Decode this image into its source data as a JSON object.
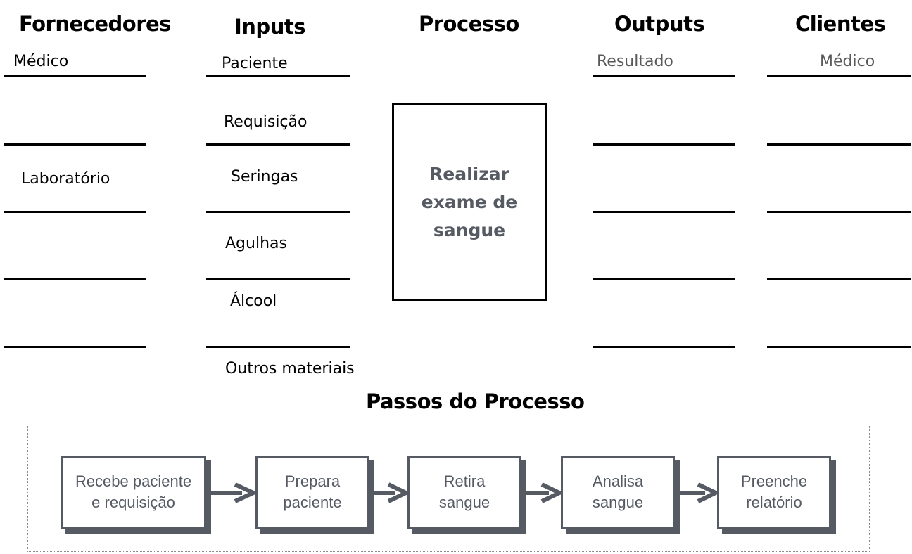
{
  "headers": {
    "suppliers": "Fornecedores",
    "inputs": "Inputs",
    "process": "Processo",
    "outputs": "Outputs",
    "customers": "Clientes"
  },
  "suppliers": [
    "Médico",
    "Laboratório"
  ],
  "inputs": [
    "Paciente",
    "Requisição",
    "Seringas",
    "Agulhas",
    "Álcool",
    "Outros materiais"
  ],
  "process": "Realizar exame de sangue",
  "outputs": [
    "Resultado"
  ],
  "customers": [
    "Médico"
  ],
  "steps_title": "Passos do Processo",
  "steps": [
    {
      "line1": "Recebe paciente",
      "line2": "e requisição"
    },
    {
      "line1": "Prepara",
      "line2": "paciente"
    },
    {
      "line1": "Retira",
      "line2": "sangue"
    },
    {
      "line1": "Analisa",
      "line2": "sangue"
    },
    {
      "line1": "Preenche",
      "line2": "relatório"
    }
  ],
  "colors": {
    "accent_gray": "#555a63",
    "text_gray": "#595959"
  }
}
